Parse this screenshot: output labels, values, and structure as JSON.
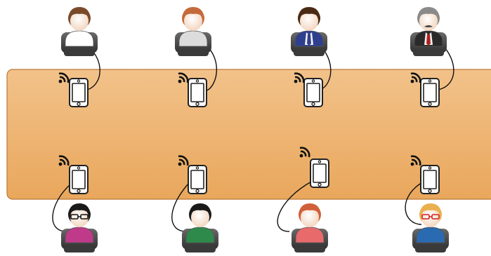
{
  "scene": {
    "description_hidden": "",
    "table_color_top": "#f2c28a",
    "table_color_bottom": "#e9a75c",
    "table_border": "#b97a3a",
    "people_top": [
      {
        "id": "person-top-1",
        "hair": "#7a4a2a",
        "shirt": "#ffffff",
        "tie": "",
        "glasses": false,
        "mustache": false
      },
      {
        "id": "person-top-2",
        "hair": "#c46a3a",
        "shirt": "#dcdcdc",
        "tie": "",
        "glasses": false,
        "mustache": false
      },
      {
        "id": "person-top-3",
        "hair": "#4a2a14",
        "shirt": "#2f3f8f",
        "tie": "#2f3f8f",
        "glasses": false,
        "mustache": false
      },
      {
        "id": "person-top-4",
        "hair": "#8a8a8a",
        "shirt": "#2a2a2a",
        "tie": "#b02020",
        "glasses": false,
        "mustache": true
      }
    ],
    "people_bottom": [
      {
        "id": "person-bottom-1",
        "hair": "#1a1a1a",
        "shirt": "#c03a8a",
        "glasses": true
      },
      {
        "id": "person-bottom-2",
        "hair": "#1a1a1a",
        "shirt": "#2e8a4a",
        "glasses": false
      },
      {
        "id": "person-bottom-3",
        "hair": "#d0603a",
        "shirt": "#e86a6a",
        "glasses": false
      },
      {
        "id": "person-bottom-4",
        "hair": "#e8b050",
        "shirt": "#2a6ab0",
        "glasses": true
      }
    ],
    "icons": {
      "phone": "smartphone-icon",
      "wifi": "wifi-signal-icon",
      "person": "person-avatar-icon",
      "chair": "chair-icon"
    }
  }
}
